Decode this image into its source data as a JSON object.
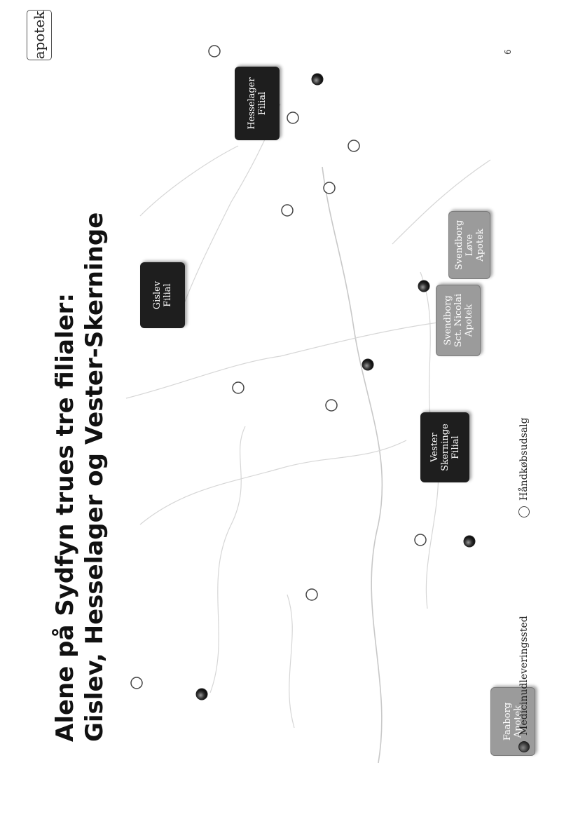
{
  "title": {
    "line1": "Alene på Sydfyn trues tre filialer:",
    "line2": "Gislev, Hesselager og Vester-Skerninge"
  },
  "logo": {
    "text": "apotek"
  },
  "page_number": "6",
  "legend": {
    "filled_label": "Medicinudleveringssted",
    "open_label": "Håndkøbsudsalg"
  },
  "boxes": {
    "faaborg": "Faaborg\nApotek",
    "vester_skerninge": "Vester\nSkerninge\nFilial",
    "gislev": "Gislev\nFilial",
    "hesselager": "Hesselager\nFilial",
    "svendborg_sct_nicolai": "Svendborg\nSct. Nicolai\nApotek",
    "svendborg_love": "Svendborg\nLøve\nApotek"
  },
  "colors": {
    "dark_box": "#1e1e1e",
    "grey_box": "#9b9b9b",
    "marker_filled": "#333333",
    "marker_open": "#ffffff"
  }
}
